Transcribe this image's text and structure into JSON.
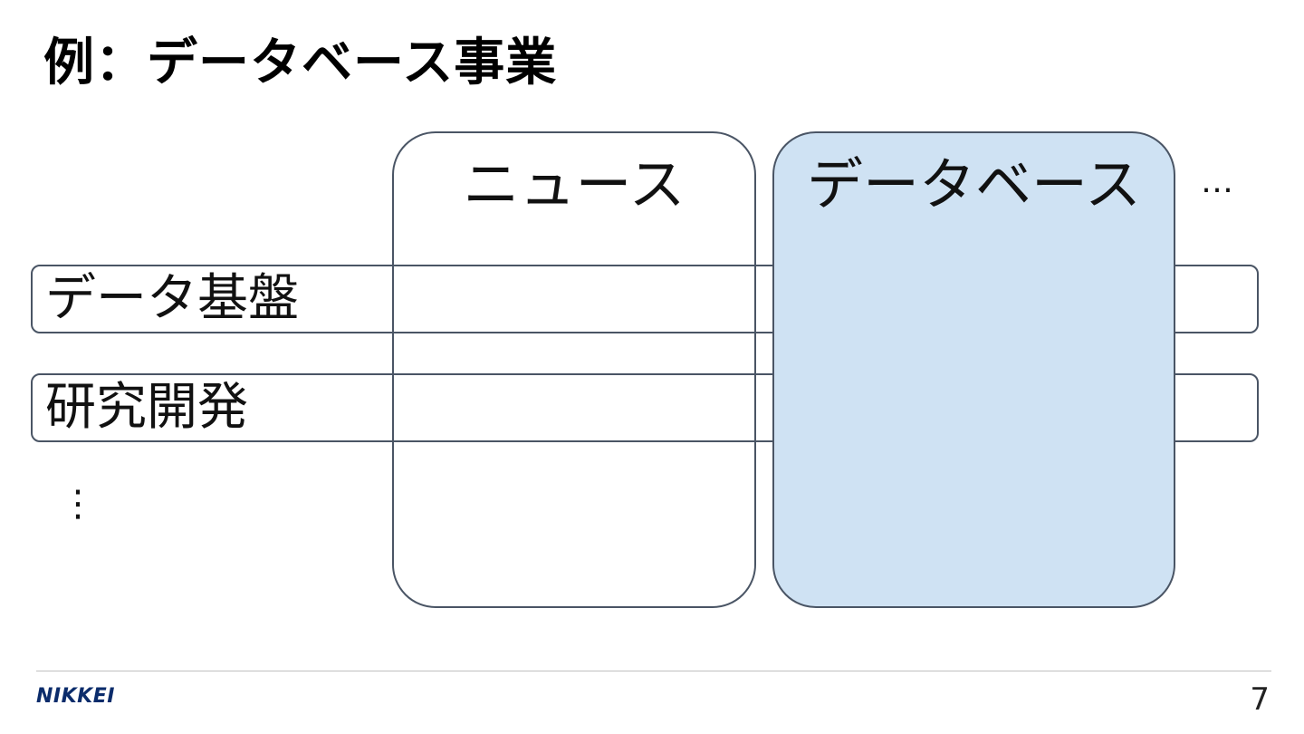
{
  "title": "例：データベース事業",
  "columns": [
    {
      "label": "ニュース"
    },
    {
      "label": "データベース",
      "fill": "#cfe2f3"
    }
  ],
  "rows": [
    {
      "label": "データ基盤"
    },
    {
      "label": "研究開発"
    }
  ],
  "more_columns": "…",
  "more_rows": "⋮",
  "footer": {
    "logo": "NIKKEI",
    "page_number": "7"
  },
  "colors": {
    "border": "#4a5565",
    "highlight": "#cfe2f3",
    "logo": "#0b2c6b"
  }
}
